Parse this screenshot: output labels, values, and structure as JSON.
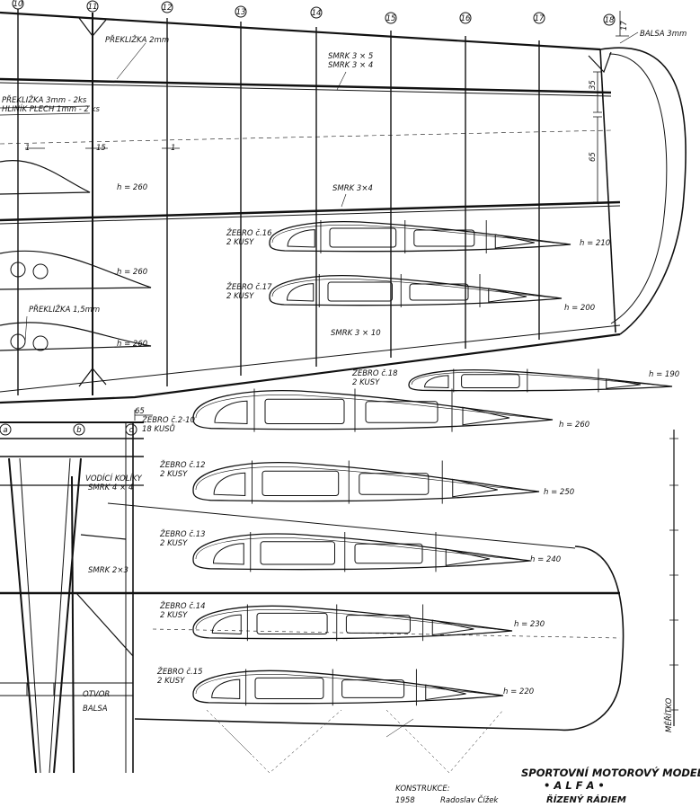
{
  "stations": [
    "10",
    "11",
    "12",
    "13",
    "14",
    "15",
    "16",
    "17",
    "18"
  ],
  "lower_stations": [
    "a",
    "b",
    "c"
  ],
  "labels": {
    "preklizka2": "PŘEKLIŽKA 2mm",
    "balsa3": "BALSA 3mm",
    "smrk35": "SMRK 3 × 5",
    "smrk34a": "SMRK 3 × 4",
    "smrk34b": "SMRK 3×4",
    "smrk310": "SMRK 3 × 10",
    "preklizka3": "PŘEKLIŽKA 3mm - 2ks",
    "hlinik": "HLINÍK PLECH 1mm - 2 ks",
    "preklizka15": "PŘEKLIŽKA 1,5mm",
    "vodici": "VODÍCÍ KOLÍKY",
    "vodici_smrk": "SMRK 4 × 4",
    "smrk23": "SMRK 2×3",
    "otvor": "OTVOR",
    "balsa": "BALSA"
  },
  "dims": {
    "d15": "15",
    "d1a": "1",
    "d1b": "1",
    "d35": "35",
    "d65": "65",
    "d65b": "65",
    "d17": "17"
  },
  "ribs": [
    {
      "name": "ŽEBRO č.16",
      "count": "2 KUSY",
      "h": "h = 210"
    },
    {
      "name": "ŽEBRO č.17",
      "count": "2 KUSY",
      "h": "h = 200"
    },
    {
      "name": "ŽEBRO č.18",
      "count": "2 KUSY",
      "h": "h = 190"
    },
    {
      "name": "ŽEBRO č.2-10",
      "count": "18 KUSŮ",
      "h": "h = 260"
    },
    {
      "name": "ŽEBRO č.12",
      "count": "2 KUSY",
      "h": "h = 250"
    },
    {
      "name": "ŽEBRO č.13",
      "count": "2 KUSY",
      "h": "h = 240"
    },
    {
      "name": "ŽEBRO č.14",
      "count": "2 KUSY",
      "h": "h = 230"
    },
    {
      "name": "ŽEBRO č.15",
      "count": "2 KUSY",
      "h": "h = 220"
    }
  ],
  "partial_ribs": [
    "h = 260",
    "h = 260",
    "h = 260"
  ],
  "scale_label": "MĚŘÍTKO",
  "title": {
    "line1": "SPORTOVNÍ MOTOROVÝ MODEL",
    "line2": "• A L F A •",
    "line3": "ŘÍZENÝ RÁDIEM"
  },
  "credit": {
    "label": "KONSTRUKCE:",
    "year": "1958",
    "author": "Radoslav Čížek"
  }
}
